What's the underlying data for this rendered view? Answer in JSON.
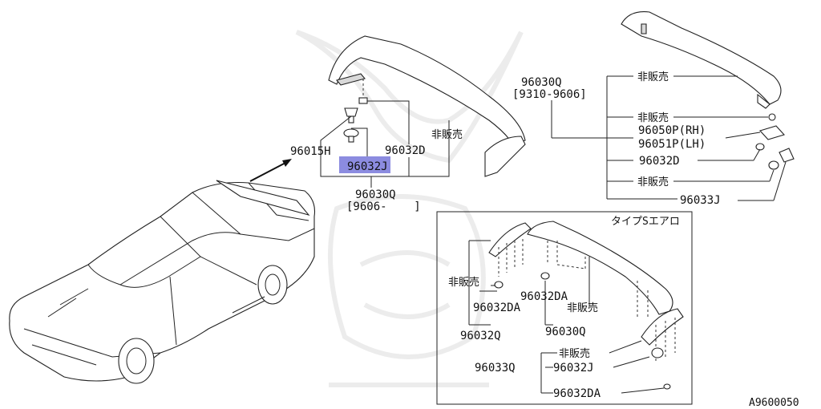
{
  "labels": {
    "top_left": {
      "p96015h": "96015H",
      "p96032d": "96032D",
      "p96032j": "96032J",
      "not_for_sale": "非販売",
      "p96030q": "96030Q",
      "date_range": "[9606-    ]"
    },
    "top_right": {
      "p96030q": "96030Q",
      "date_range": "[9310-9606]",
      "not_for_sale_1": "非販売",
      "not_for_sale_2": "非販売",
      "p96050p": "96050P(RH)",
      "p96051p": "96051P(LH)",
      "p96032d": "96032D",
      "not_for_sale_3": "非販売",
      "p96033j": "96033J"
    },
    "type_s_box": {
      "title": "タイプSエアロ",
      "not_for_sale_left": "非販売",
      "p96032da_left": "96032DA",
      "p96032q": "96032Q",
      "p96032da_mid": "96032DA",
      "not_for_sale_mid": "非販売",
      "p96030q": "96030Q",
      "not_for_sale_low": "非販売",
      "p96033q": "96033Q",
      "p96032j": "96032J",
      "p96032da_bottom": "96032DA"
    },
    "diagram_id": "A9600050"
  },
  "highlight_color": "#8c8ce0"
}
